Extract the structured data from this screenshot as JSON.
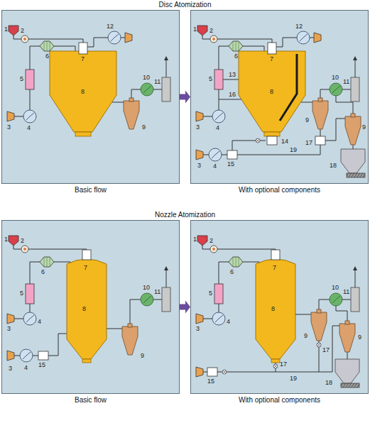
{
  "diagram": {
    "nodes": [
      {
        "text": [
          "Basic flow"
        ]
      },
      {
        "text": [
          "With optional components"
        ]
      },
      {
        "text": [
          "Basic flow"
        ]
      },
      {
        "text": [
          "With optional components"
        ]
      }
    ],
    "edges": [
      {
        "from": 0,
        "to": 1,
        "arrow": "to"
      },
      {
        "from": 2,
        "to": 3,
        "arrow": "to"
      }
    ],
    "labels": [
      "Disc Atomization",
      "1",
      "2",
      "12",
      "6",
      "7",
      "8",
      "5",
      "4",
      "3",
      "9",
      "10",
      "11",
      "1",
      "2",
      "12",
      "6",
      "7",
      "13",
      "5",
      "16",
      "8",
      "4",
      "3",
      "14",
      "15",
      "19",
      "17",
      "9",
      "9",
      "10",
      "11",
      "18",
      "3",
      "4",
      "Nozzle Atomization",
      "1",
      "2",
      "6",
      "7",
      "3",
      "4",
      "5",
      "8",
      "10",
      "11",
      "9",
      "3",
      "4",
      "15",
      "1",
      "2",
      "6",
      "7",
      "8",
      "3",
      "4",
      "5",
      "10",
      "11",
      "9",
      "9",
      "17",
      "17",
      "19",
      "15",
      "18"
    ]
  }
}
